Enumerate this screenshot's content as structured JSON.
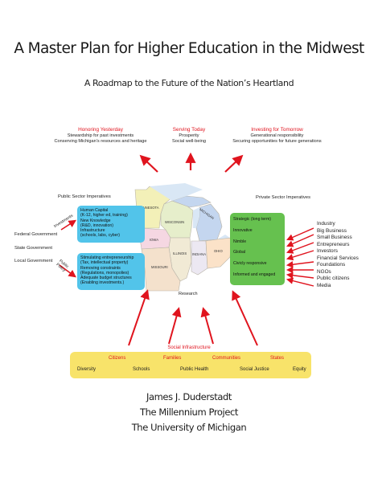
{
  "title": "A Master Plan for Higher Education in the Midwest",
  "subtitle": "A Roadmap to the Future of the Nation’s Heartland",
  "goals": {
    "left": {
      "title": "Honoring Yesterday",
      "line1": "Stewardship for past investments",
      "line2": "Conserving Michigan’s resources and heritage"
    },
    "center": {
      "title": "Serving Today",
      "line1": "Prosperity",
      "line2": "Social well-being"
    },
    "right": {
      "title": "Investing for Tomorrow",
      "line1": "Generational responsibility",
      "line2": "Securing opportunities for future generations"
    }
  },
  "public": {
    "heading": "Public Sector Imperatives",
    "actors": [
      "Federal Government",
      "State Government",
      "Local Government"
    ],
    "label_investments": "Investments",
    "label_public_policy_1": "Public",
    "label_public_policy_2": "Policy",
    "box1": [
      "Human Capital",
      "(K-12, higher ed, training)",
      "New Knowledge",
      "(R&D, innovation)",
      "Infrastructure",
      "(schools, labs, cyber)"
    ],
    "box2": [
      "Stimulating entrepreneurship",
      "(Tax, intellectual property)",
      "Removing constraints",
      "(Regulations, monopolies)",
      "Adequate budget structures",
      "(Enabling investments.)"
    ]
  },
  "private": {
    "heading": "Private Sector Imperatives",
    "qualities": [
      "Strategic (long term)",
      "Innovative",
      "Nimble",
      "Global",
      "Civicly responsive",
      "Informed and engaged"
    ],
    "actors": [
      "Industry",
      "Big Business",
      "Small Business",
      "Entrepreneurs",
      "Investors",
      "Financial Services",
      "Foundations",
      "NGOs",
      "Public citizens",
      "Media"
    ]
  },
  "map": {
    "states": [
      "MINNESOTA",
      "WISCONSIN",
      "MICHIGAN",
      "IOWA",
      "ILLINOIS",
      "INDIANA",
      "OHIO",
      "MISSOURI"
    ],
    "research_label": "Research"
  },
  "infrastructure": {
    "heading": "Social Infrastructure",
    "row1": [
      "Citizens",
      "Families",
      "Communities",
      "States"
    ],
    "row2": [
      "Diversity",
      "Schools",
      "Public Health",
      "Social Justice",
      "Equity"
    ]
  },
  "authors": [
    "James J. Duderstadt",
    "The Millennium Project",
    "The University of Michigan"
  ],
  "colors": {
    "accent_red": "#e0141e",
    "public_box": "#52c4ea",
    "private_box": "#66c14f",
    "infrastructure_band": "#f8e36a"
  }
}
